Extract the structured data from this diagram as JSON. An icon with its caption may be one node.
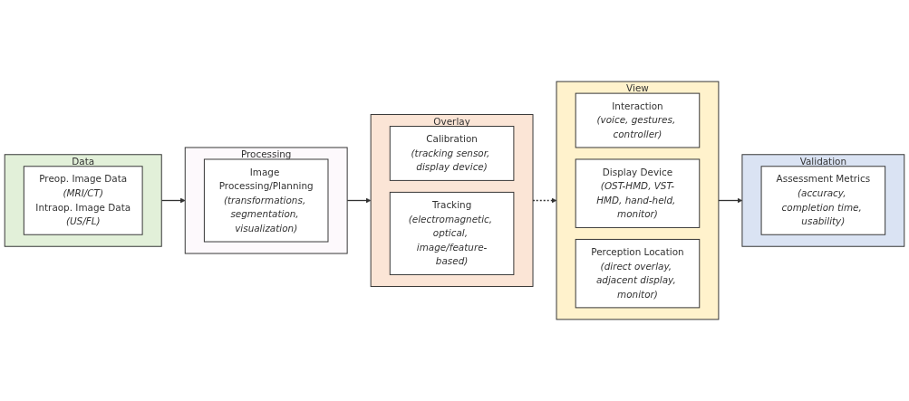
{
  "diagram": {
    "nodes": [
      {
        "text": [
          "Data"
        ]
      },
      {
        "text": [
          "Preop. Image Data",
          "*(MRI/CT)*",
          "Intraop. Image Data",
          "*(US/FL)*"
        ],
        "in": 0
      },
      {
        "text": [
          "Processing"
        ]
      },
      {
        "text": [
          "Image Processing/Planning",
          "*(transformations, segmentation, visualization)*"
        ],
        "in": 2
      },
      {
        "text": [
          "Overlay"
        ]
      },
      {
        "text": [
          "Calibration",
          "*(tracking sensor, display device)*"
        ],
        "in": 4
      },
      {
        "text": [
          "Tracking",
          "*(electromagnetic, optical, image/feature-based)*"
        ],
        "in": 4
      },
      {
        "text": [
          "View"
        ]
      },
      {
        "text": [
          "Interaction",
          "*(voice, gestures, controller)*"
        ],
        "in": 7
      },
      {
        "text": [
          "Display Device",
          "*(OST-HMD, VST-HMD, hand-held, monitor)*"
        ],
        "in": 7
      },
      {
        "text": [
          "Perception Location",
          "*(direct overlay, adjacent display, monitor)*"
        ],
        "in": 7
      },
      {
        "text": [
          "Validation"
        ]
      },
      {
        "text": [
          "Assessment Metrics",
          "*(accuracy, completion time, usability)*"
        ],
        "in": 11
      }
    ],
    "edges": [
      {
        "from": 0,
        "to": 2,
        "arrow": "to"
      },
      {
        "from": 2,
        "to": 4,
        "arrow": "to"
      },
      {
        "from": 4,
        "to": 7,
        "arrow": "to",
        "style": "dashed"
      },
      {
        "from": 7,
        "to": 11,
        "arrow": "to"
      }
    ]
  }
}
